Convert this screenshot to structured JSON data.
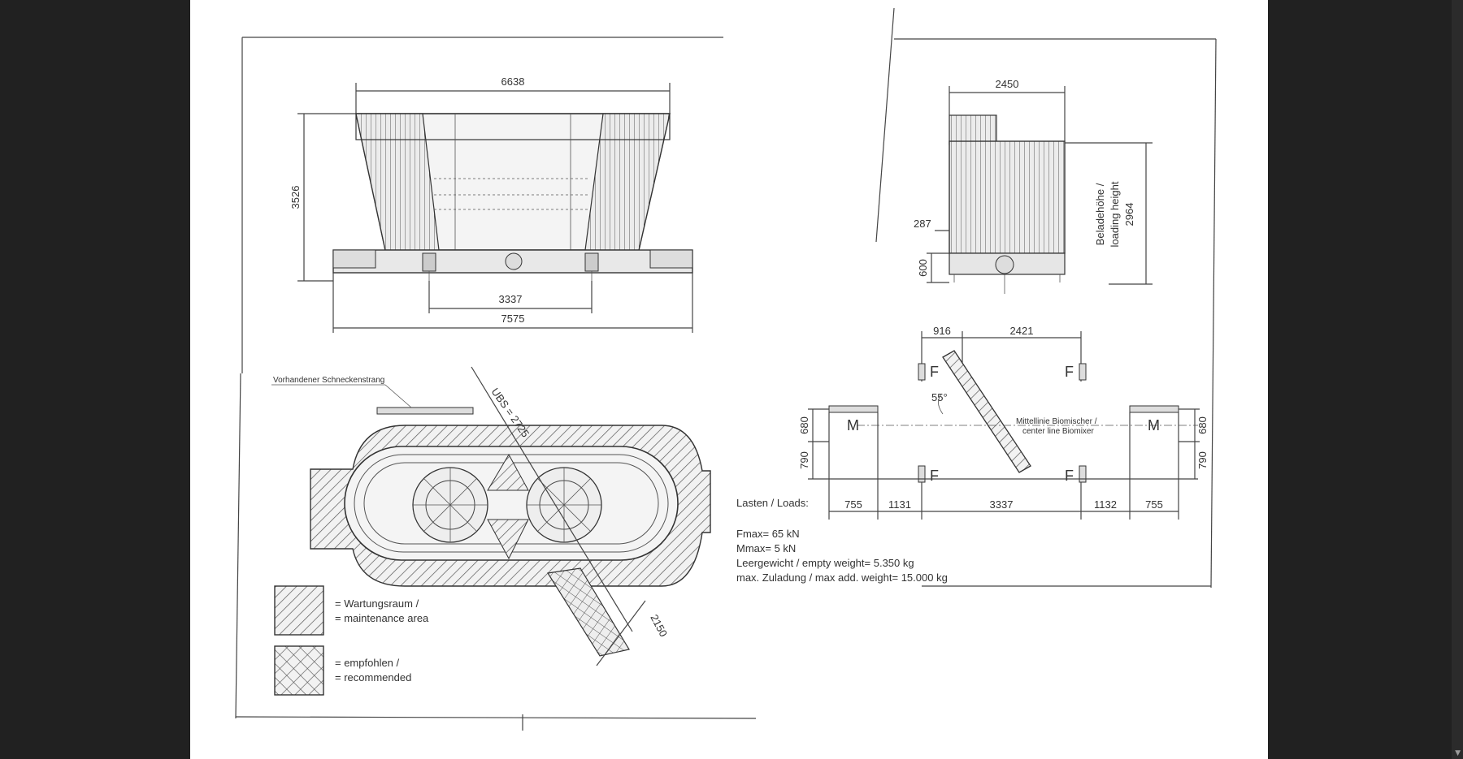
{
  "side_view": {
    "dim_top": "6638",
    "dim_height": "3526",
    "dim_center": "3337",
    "dim_total": "7575"
  },
  "plan_view": {
    "conveyor_label": "Vorhandener Schneckenstrang",
    "radius_label": "UBS = 2725",
    "dim_width": "2150"
  },
  "legend": {
    "maintenance_de": "= Wartungsraum /",
    "maintenance_en": "= maintenance area",
    "recommended_de": "= empfohlen /",
    "recommended_en": "= recommended"
  },
  "end_view": {
    "dim_width": "2450",
    "dim_side": "287",
    "dim_base": "600",
    "loading_height_de": "Beladehöhe /",
    "loading_height_en": "loading height",
    "loading_height_value": "2964"
  },
  "loads": {
    "dim_916": "916",
    "dim_2421": "2421",
    "angle": "55°",
    "center_line_de": "Mittellinie Biomischer /",
    "center_line_en": "center line Biomixer",
    "force_symbol": "F",
    "moment_symbol": "M",
    "dim_680": "680",
    "dim_790": "790",
    "title": "Lasten / Loads:",
    "bottom_dims": [
      "755",
      "1131",
      "3337",
      "1132",
      "755"
    ],
    "fmax": "Fmax= 65 kN",
    "mmax": "Mmax= 5 kN",
    "empty_weight": "Leergewicht / empty weight= 5.350 kg",
    "max_weight": "max. Zuladung / max add. weight= 15.000 kg"
  }
}
